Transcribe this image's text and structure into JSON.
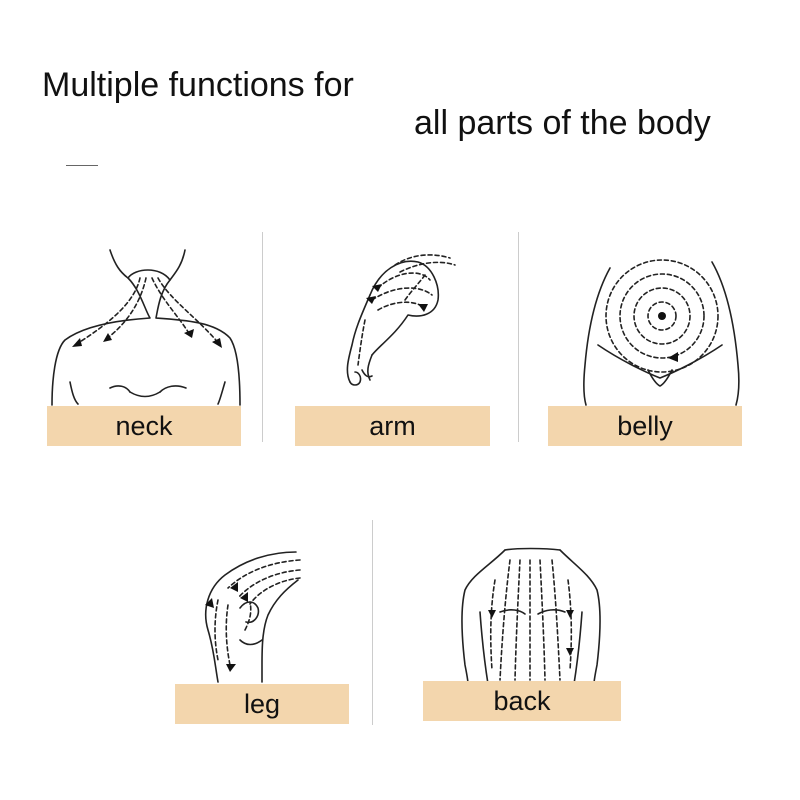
{
  "title": {
    "line1": "Multiple functions for",
    "line2": "all parts of the body"
  },
  "body_parts": [
    {
      "label": "neck"
    },
    {
      "label": "arm"
    },
    {
      "label": "belly"
    },
    {
      "label": "leg"
    },
    {
      "label": "back"
    }
  ],
  "colors": {
    "label_background": "#f3d6ad",
    "line": "#222222"
  }
}
